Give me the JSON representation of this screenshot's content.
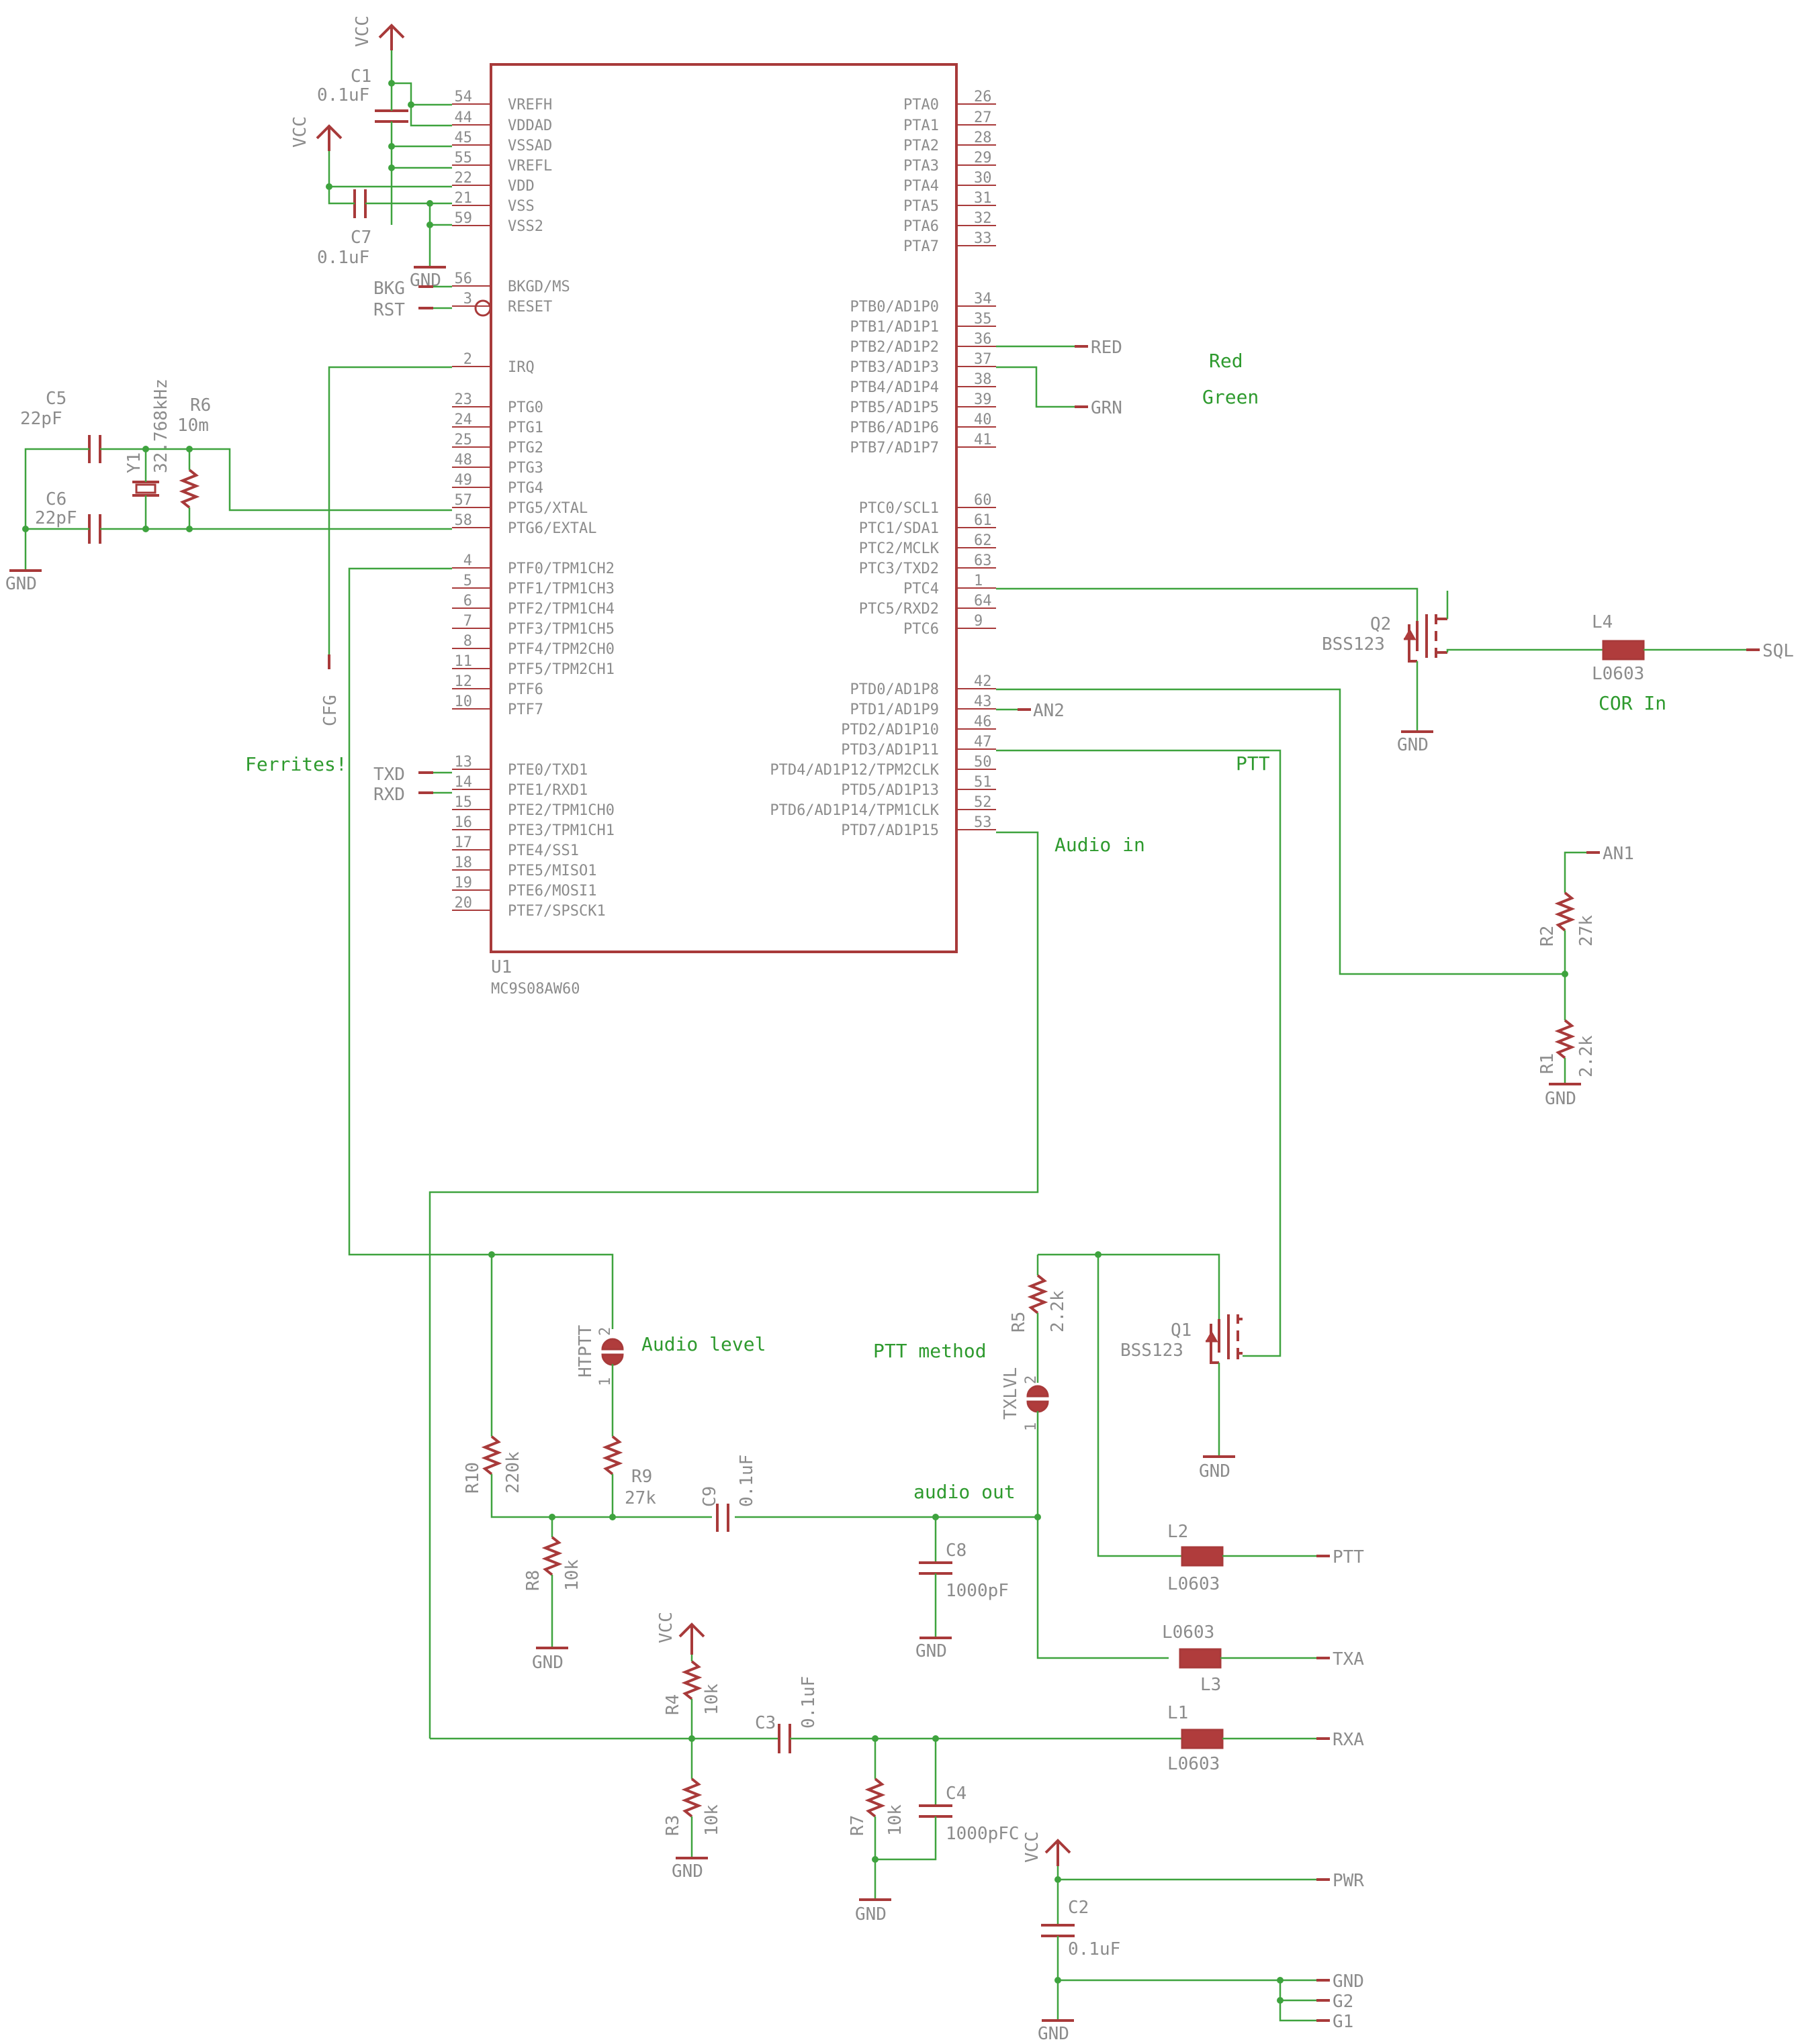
{
  "colors": {
    "wire": "#3ea33e",
    "part": "#a83a3a",
    "label": "#8c8c8c",
    "note": "#2e9a2e"
  },
  "mcu": {
    "name": "U1",
    "value": "MC9S08AW60",
    "left_pins": [
      {
        "num": "54",
        "name": "VREFH"
      },
      {
        "num": "44",
        "name": "VDDAD"
      },
      {
        "num": "45",
        "name": "VSSAD"
      },
      {
        "num": "55",
        "name": "VREFL"
      },
      {
        "num": "22",
        "name": "VDD"
      },
      {
        "num": "21",
        "name": "VSS"
      },
      {
        "num": "59",
        "name": "VSS2"
      },
      {
        "num": "56",
        "name": "BKGD/MS"
      },
      {
        "num": "3",
        "name": "RESET"
      },
      {
        "num": "2",
        "name": "IRQ"
      },
      {
        "num": "23",
        "name": "PTG0"
      },
      {
        "num": "24",
        "name": "PTG1"
      },
      {
        "num": "25",
        "name": "PTG2"
      },
      {
        "num": "48",
        "name": "PTG3"
      },
      {
        "num": "49",
        "name": "PTG4"
      },
      {
        "num": "57",
        "name": "PTG5/XTAL"
      },
      {
        "num": "58",
        "name": "PTG6/EXTAL"
      },
      {
        "num": "4",
        "name": "PTF0/TPM1CH2"
      },
      {
        "num": "5",
        "name": "PTF1/TPM1CH3"
      },
      {
        "num": "6",
        "name": "PTF2/TPM1CH4"
      },
      {
        "num": "7",
        "name": "PTF3/TPM1CH5"
      },
      {
        "num": "8",
        "name": "PTF4/TPM2CH0"
      },
      {
        "num": "11",
        "name": "PTF5/TPM2CH1"
      },
      {
        "num": "12",
        "name": "PTF6"
      },
      {
        "num": "10",
        "name": "PTF7"
      },
      {
        "num": "13",
        "name": "PTE0/TXD1"
      },
      {
        "num": "14",
        "name": "PTE1/RXD1"
      },
      {
        "num": "15",
        "name": "PTE2/TPM1CH0"
      },
      {
        "num": "16",
        "name": "PTE3/TPM1CH1"
      },
      {
        "num": "17",
        "name": "PTE4/SS1"
      },
      {
        "num": "18",
        "name": "PTE5/MISO1"
      },
      {
        "num": "19",
        "name": "PTE6/MOSI1"
      },
      {
        "num": "20",
        "name": "PTE7/SPSCK1"
      }
    ],
    "right_pins": [
      {
        "num": "26",
        "name": "PTA0"
      },
      {
        "num": "27",
        "name": "PTA1"
      },
      {
        "num": "28",
        "name": "PTA2"
      },
      {
        "num": "29",
        "name": "PTA3"
      },
      {
        "num": "30",
        "name": "PTA4"
      },
      {
        "num": "31",
        "name": "PTA5"
      },
      {
        "num": "32",
        "name": "PTA6"
      },
      {
        "num": "33",
        "name": "PTA7"
      },
      {
        "num": "34",
        "name": "PTB0/AD1P0"
      },
      {
        "num": "35",
        "name": "PTB1/AD1P1"
      },
      {
        "num": "36",
        "name": "PTB2/AD1P2"
      },
      {
        "num": "37",
        "name": "PTB3/AD1P3"
      },
      {
        "num": "38",
        "name": "PTB4/AD1P4"
      },
      {
        "num": "39",
        "name": "PTB5/AD1P5"
      },
      {
        "num": "40",
        "name": "PTB6/AD1P6"
      },
      {
        "num": "41",
        "name": "PTB7/AD1P7"
      },
      {
        "num": "60",
        "name": "PTC0/SCL1"
      },
      {
        "num": "61",
        "name": "PTC1/SDA1"
      },
      {
        "num": "62",
        "name": "PTC2/MCLK"
      },
      {
        "num": "63",
        "name": "PTC3/TXD2"
      },
      {
        "num": "1",
        "name": "PTC4"
      },
      {
        "num": "64",
        "name": "PTC5/RXD2"
      },
      {
        "num": "9",
        "name": "PTC6"
      },
      {
        "num": "42",
        "name": "PTD0/AD1P8"
      },
      {
        "num": "43",
        "name": "PTD1/AD1P9"
      },
      {
        "num": "46",
        "name": "PTD2/AD1P10"
      },
      {
        "num": "47",
        "name": "PTD3/AD1P11"
      },
      {
        "num": "50",
        "name": "PTD4/AD1P12/TPM2CLK"
      },
      {
        "num": "51",
        "name": "PTD5/AD1P13"
      },
      {
        "num": "52",
        "name": "PTD6/AD1P14/TPM1CLK"
      },
      {
        "num": "53",
        "name": "PTD7/AD1P15"
      }
    ]
  },
  "labels": {
    "vcc": "VCC",
    "gnd": "GND",
    "c1": "C1",
    "c1v": "0.1uF",
    "c7": "C7",
    "c7v": "0.1uF",
    "c5": "C5",
    "c5v": "22pF",
    "c6": "C6",
    "c6v": "22pF",
    "y1": "Y1",
    "y1v": "32.768kHz",
    "r6": "R6",
    "r6v": "10m",
    "bkg": "BKG",
    "rst": "RST",
    "cfg": "CFG",
    "txd": "TXD",
    "rxd": "RXD",
    "red": "RED",
    "grn": "GRN",
    "an2": "AN2",
    "an1": "AN1",
    "sql": "SQL",
    "q2": "Q2",
    "q2v": "BSS123",
    "l4": "L4",
    "l4v": "L0603",
    "r2": "R2",
    "r2v": "27k",
    "r1": "R1",
    "r1v": "2.2k",
    "r10": "R10",
    "r10v": "220k",
    "r9": "R9",
    "r9v": "27k",
    "htptt": "HTPTT",
    "c9": "C9",
    "c9v": "0.1uF",
    "r8": "R8",
    "r8v": "10k",
    "c8": "C8",
    "c8v": "1000pF",
    "r5": "R5",
    "r5v": "2.2k",
    "txlvl": "TXLVL",
    "q1": "Q1",
    "q1v": "BSS123",
    "l2": "L2",
    "l2v": "L0603",
    "ptt": "PTT",
    "l3": "L3",
    "l3v": "L0603",
    "txa": "TXA",
    "r4": "R4",
    "r4v": "10k",
    "c3": "C3",
    "c3v": "0.1uF",
    "l1": "L1",
    "l1v": "L0603",
    "rxa": "RXA",
    "r3": "R3",
    "r3v": "10k",
    "r7": "R7",
    "r7v": "10k",
    "c4": "C4",
    "c4v": "1000pFC",
    "pwr": "PWR",
    "c2": "C2",
    "c2v": "0.1uF",
    "g2": "G2",
    "g1": "G1",
    "pin1": "1",
    "pin2": "2"
  },
  "notes": {
    "red": "Red",
    "green": "Green",
    "ferrites": "Ferrites!",
    "cor_in": "COR In",
    "ptt": "PTT",
    "audio_in": "Audio in",
    "audio_level": "Audio level",
    "ptt_method": "PTT method",
    "audio_out": "audio out"
  }
}
